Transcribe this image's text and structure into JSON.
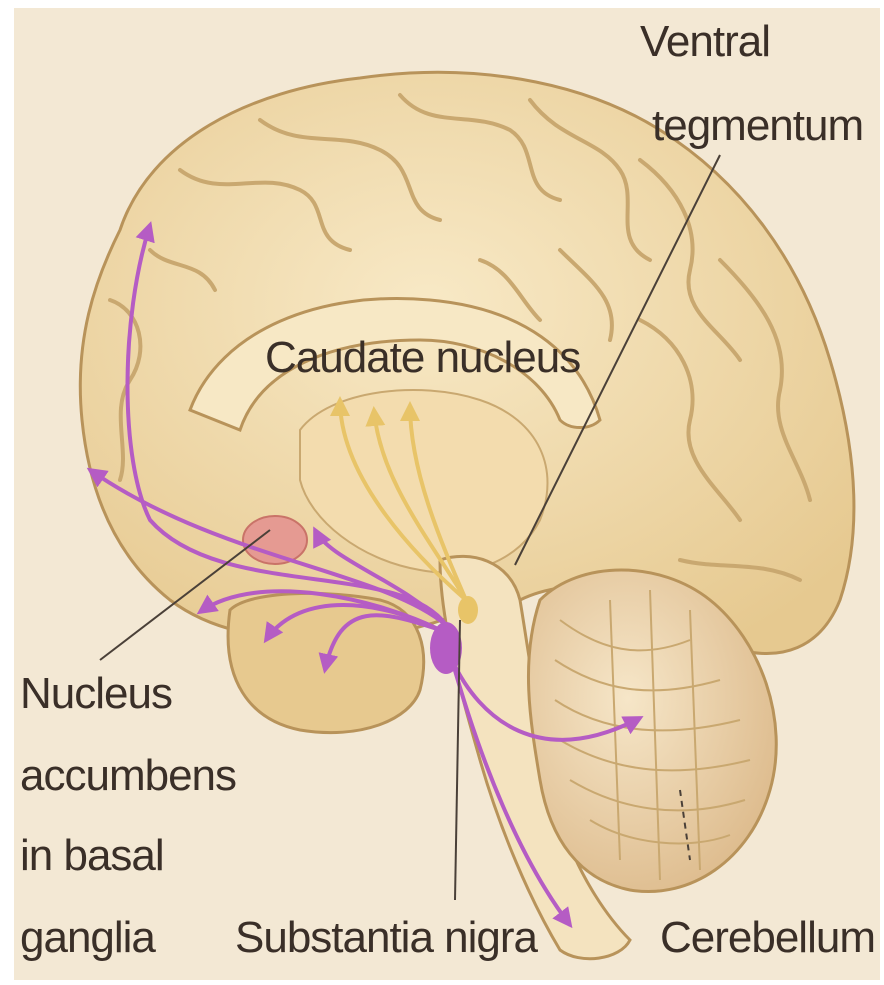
{
  "labels": {
    "ventral_tegmentum_line1": "Ventral",
    "ventral_tegmentum_line2": "tegmentum",
    "caudate_nucleus": "Caudate nucleus",
    "nucleus_accumbens_line1": "Nucleus",
    "nucleus_accumbens_line2": "accumbens",
    "nucleus_accumbens_line3": "in basal",
    "nucleus_accumbens_line4": "ganglia",
    "substantia_nigra": "Substantia nigra",
    "cerebellum": "Cerebellum"
  },
  "colors": {
    "background": "#f3e8d4",
    "brain_tissue": "#f1ddb0",
    "sulci_shadow": "#c9a870",
    "mesolimbic_pathway": "#b55cc4",
    "nigrostriatal_pathway": "#e8c468",
    "nucleus_accumbens": "#e59a92",
    "brainstem": "#f4e3bf",
    "label_text": "#3a2f28"
  }
}
